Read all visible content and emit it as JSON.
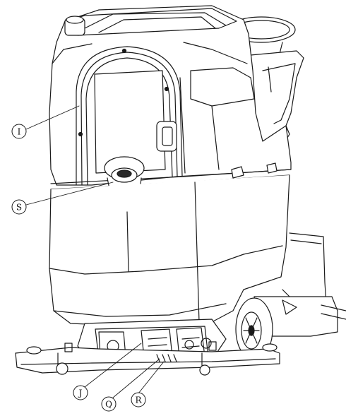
{
  "callouts": {
    "I": "I",
    "S": "S",
    "J": "J",
    "Q": "Q",
    "R": "R"
  },
  "colors": {
    "line": "#1a1a1a",
    "fill": "#ffffff",
    "dark": "#2a2a2a"
  }
}
